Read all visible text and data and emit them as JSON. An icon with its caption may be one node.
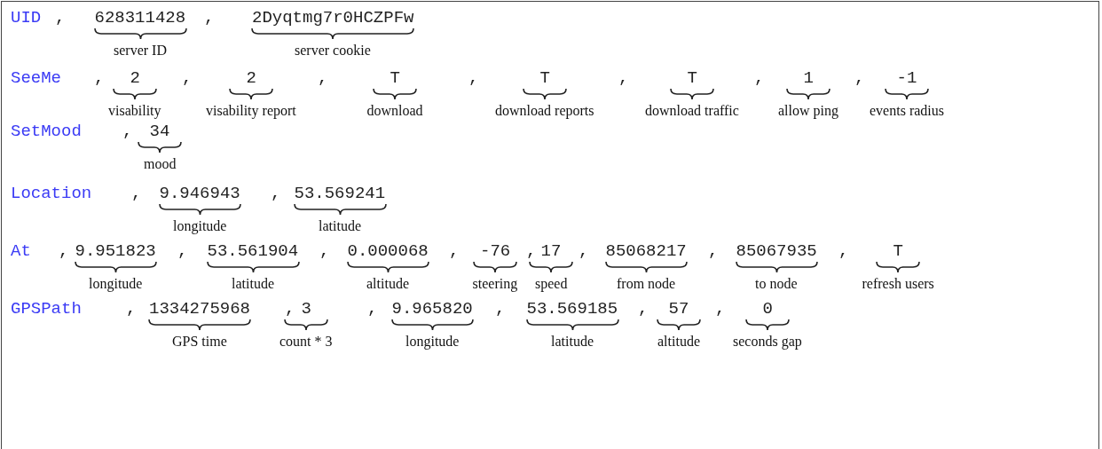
{
  "diagram": {
    "labels": [
      "UID",
      ",",
      "628311428",
      ",",
      "2Dyqtmg7r0HCZPFw",
      "server ID",
      "server cookie",
      "SeeMe",
      ",",
      "2",
      ",",
      "2",
      ",",
      "T",
      ",",
      "T",
      ",",
      "T",
      ",",
      "1",
      ",",
      "-1",
      "visability",
      "visability report",
      "download",
      "download reports",
      "download traffic",
      "allow ping",
      "events radius",
      "SetMood",
      ",",
      "34",
      "mood",
      "Location",
      ",",
      "9.946943",
      ",",
      "53.569241",
      "longitude",
      "latitude",
      "At",
      ",",
      "9.951823",
      ",",
      "53.561904",
      ",",
      "0.000068",
      ",",
      "-76",
      ",",
      "17",
      ",",
      "85068217",
      ",",
      "85067935",
      ",",
      "T",
      "longitude",
      "latitude",
      "altitude",
      "steering",
      "speed",
      "from node",
      "to node",
      "refresh users",
      "GPSPath",
      ",",
      "1334275968",
      ",",
      "3",
      ",",
      "9.965820",
      ",",
      "53.569185",
      ",",
      "57",
      ",",
      "0",
      "GPS time",
      "count * 3",
      "longitude",
      "latitude",
      "altitude",
      "seconds gap"
    ]
  }
}
